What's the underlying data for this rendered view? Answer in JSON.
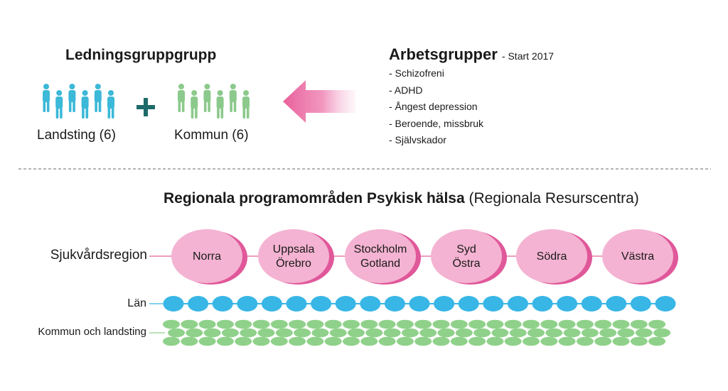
{
  "ledning": {
    "title": "Ledningsgruppgrupp",
    "landsting_label": "Landsting (6)",
    "kommun_label": "Kommun (6)",
    "plus_symbol": "+",
    "landsting_color": "#3cb8d8",
    "kommun_color": "#8cc98c",
    "plus_color": "#1e6a6a",
    "landsting_count": 6,
    "kommun_count": 6
  },
  "arbetsgrupper": {
    "title": "Arbetsgrupper",
    "subtitle": "- Start 2017",
    "items": [
      "- Schizofreni",
      "- ADHD",
      "- Ångest depression",
      "- Beroende, missbruk",
      "- Självskador"
    ],
    "arrow_color": "#e8609a"
  },
  "regional": {
    "title_bold": "Regionala programområden Psykisk hälsa",
    "title_normal": "(Regionala Resurscentra)"
  },
  "rows": {
    "sjukvard_label": "Sjukvårdsregion",
    "lan_label": "Län",
    "kommun_label": "Kommun och landsting"
  },
  "regions": [
    {
      "line1": "Norra",
      "line2": ""
    },
    {
      "line1": "Uppsala",
      "line2": "Örebro"
    },
    {
      "line1": "Stockholm",
      "line2": "Gotland"
    },
    {
      "line1": "Syd",
      "line2": "Östra"
    },
    {
      "line1": "Södra",
      "line2": ""
    },
    {
      "line1": "Västra",
      "line2": ""
    }
  ],
  "colors": {
    "region_fill": "#f4b3d2",
    "region_shadow": "#e0589a",
    "connector": "#e8609a",
    "lan_fill": "#38b6e6",
    "kommun_fill": "#8fd18a",
    "divider": "#888888"
  },
  "counts": {
    "lan": 21,
    "kommun_row": 28
  }
}
